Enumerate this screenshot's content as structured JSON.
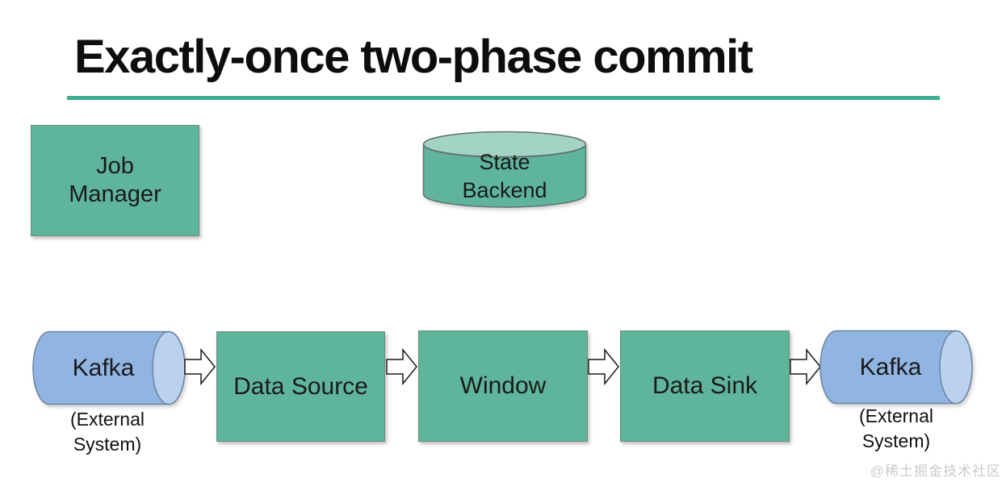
{
  "slide": {
    "title": "Exactly-once two-phase commit",
    "watermark": "@稀土掘金技术社区"
  },
  "colors": {
    "accent_underline": "#3EAE91",
    "node_green": "#5FB49C",
    "cylinder_cap_green": "#A3D3C5",
    "kafka_blue": "#90B5E2",
    "kafka_cap_blue": "#BAD2EF",
    "text_dark": "#1A1A1A",
    "watermark_gray": "#CBCBCB"
  },
  "top": {
    "job_manager": {
      "lines": [
        "Job",
        "Manager"
      ]
    },
    "state_backend": {
      "lines": [
        "State",
        "Backend"
      ]
    }
  },
  "pipeline": {
    "nodes": [
      {
        "id": "kafka-in",
        "type": "cylinder-horizontal",
        "label": "Kafka",
        "sublabel_lines": [
          "(External",
          "System)"
        ]
      },
      {
        "id": "data-source",
        "type": "box",
        "label": "Data Source"
      },
      {
        "id": "window",
        "type": "box",
        "label": "Window"
      },
      {
        "id": "data-sink",
        "type": "box",
        "label": "Data Sink"
      },
      {
        "id": "kafka-out",
        "type": "cylinder-horizontal",
        "label": "Kafka",
        "sublabel_lines": [
          "(External",
          "System)"
        ]
      }
    ]
  }
}
